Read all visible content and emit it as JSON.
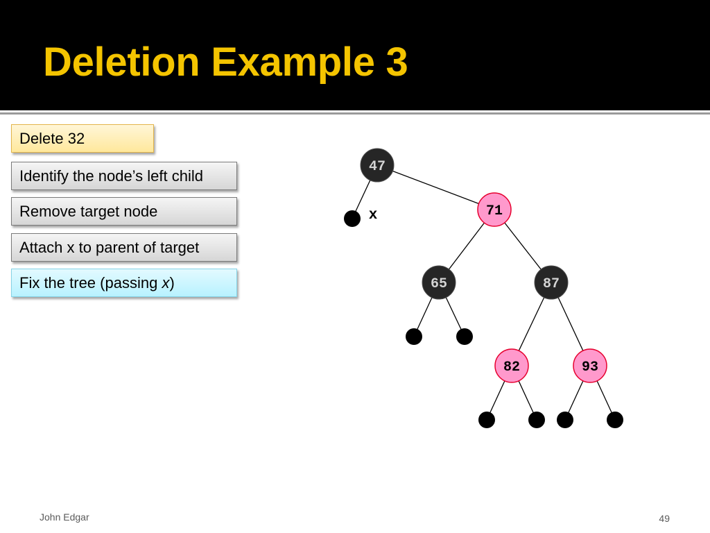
{
  "slide": {
    "title": "Deletion Example 3",
    "author": "John Edgar",
    "page_number": "49"
  },
  "steps": [
    {
      "label": "Delete 32"
    },
    {
      "label": "Identify the node’s left child"
    },
    {
      "label": "Remove target node"
    },
    {
      "label": "Attach x to parent of target"
    },
    {
      "label_before": "Fix the tree (passing ",
      "label_em": "x",
      "label_after": ")"
    }
  ],
  "tree": {
    "x_label": "x",
    "nodes": {
      "n47": {
        "label": "47",
        "color": "black"
      },
      "n71": {
        "label": "71",
        "color": "red"
      },
      "n65": {
        "label": "65",
        "color": "black"
      },
      "n87": {
        "label": "87",
        "color": "black"
      },
      "n82": {
        "label": "82",
        "color": "red"
      },
      "n93": {
        "label": "93",
        "color": "red"
      }
    }
  },
  "colors": {
    "title": "#F4C400",
    "header_bg": "#000000",
    "step_current": "#FFE89C",
    "step_default": "#D6D6D6",
    "step_active": "#B8F2FF",
    "red_node": "#FF99CC",
    "red_node_border": "#E6002E",
    "black_node": "#262626"
  }
}
